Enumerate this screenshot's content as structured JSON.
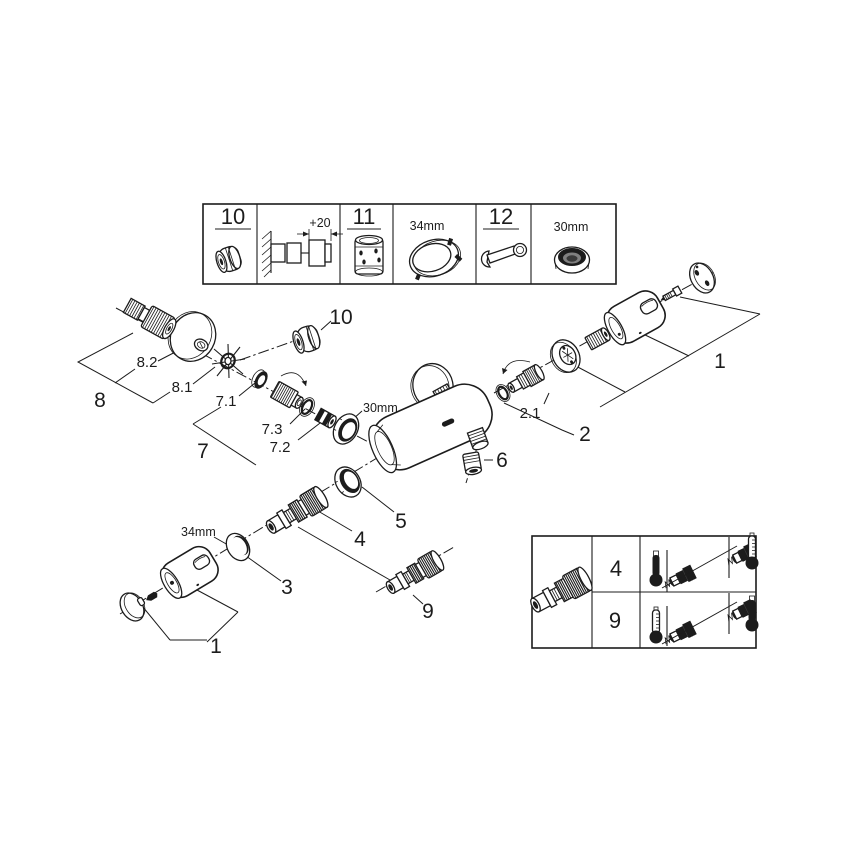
{
  "colors": {
    "line": "#1c1c1c",
    "paper": "#ffffff"
  },
  "parts_chart": {
    "cell_10": {
      "label": "10",
      "icon": "cap-nut"
    },
    "cell_extension": {
      "dimension": "+20",
      "icon": "wall-extension-diagram"
    },
    "cell_11": {
      "label": "11",
      "icon": "extension-sleeve"
    },
    "cell_34mm": {
      "label": "34mm",
      "icon": "ring-nut"
    },
    "cell_12": {
      "label": "12",
      "icon": "open-end-wrench"
    },
    "cell_30mm": {
      "label": "30mm",
      "icon": "cap-nut-30"
    }
  },
  "exploded_view": {
    "labels": {
      "p1_right": "1",
      "p1_bottom": "1",
      "p2": "2",
      "p2_1": "2.1",
      "p3": "3",
      "p4": "4",
      "p5": "5",
      "p6": "6",
      "p7": "7",
      "p7_1": "7.1",
      "p7_2": "7.2",
      "p7_3": "7.3",
      "p8": "8",
      "p8_1": "8.1",
      "p8_2": "8.2",
      "p9": "9",
      "p10": "10",
      "size_30mm": "30mm",
      "size_34mm": "34mm"
    }
  },
  "cartridge_box": {
    "row_4": {
      "label": "4",
      "icon_left": "thermometer-hot-icon",
      "icon_right": "thermometer-scale-icon"
    },
    "row_9": {
      "label": "9",
      "icon_left": "thermometer-scale-icon",
      "icon_right": "thermometer-hot-icon"
    }
  }
}
